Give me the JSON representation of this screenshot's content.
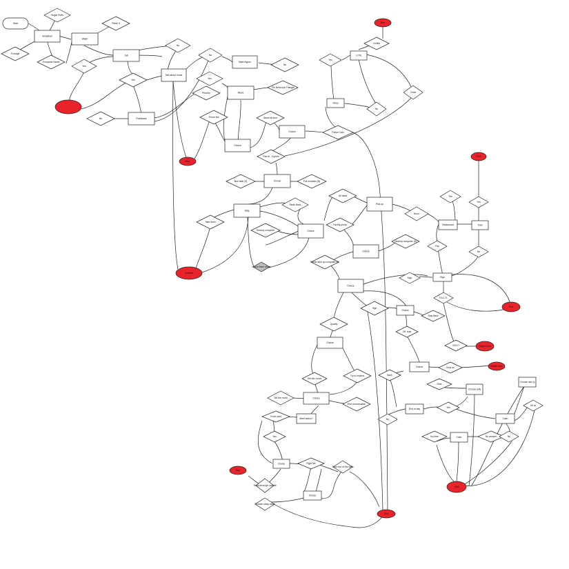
{
  "colors": {
    "terminal": "#e8232a",
    "gray": "#bdbdbd",
    "stroke": "#222222",
    "fill": "#ffffff"
  },
  "nodes": [
    {
      "id": "start",
      "shape": "ellipse",
      "text": "Start"
    },
    {
      "id": "sugar_puffs",
      "shape": "diamond",
      "text": "Sugar Puffs"
    },
    {
      "id": "breakfast",
      "shape": "box",
      "text": "Breakfast"
    },
    {
      "id": "porridge",
      "shape": "diamond",
      "text": "Porridge"
    },
    {
      "id": "european",
      "shape": "diamond",
      "text": "European Name"
    },
    {
      "id": "wash",
      "shape": "box",
      "text": "Wash"
    },
    {
      "id": "rinse_it",
      "shape": "diamond",
      "text": "Rinse it"
    },
    {
      "id": "jab",
      "shape": "box",
      "text": "Jab"
    },
    {
      "id": "no_top",
      "shape": "diamond",
      "text": "No"
    },
    {
      "id": "talk_home",
      "shape": "box",
      "text": "Talk about home"
    },
    {
      "id": "yes_left",
      "shape": "diamond",
      "text": "Yes"
    },
    {
      "id": "red_left",
      "shape": "ellipse",
      "text": ""
    },
    {
      "id": "yes_mid",
      "shape": "diamond",
      "text": "Yes"
    },
    {
      "id": "no_left",
      "shape": "diamond",
      "text": "No"
    },
    {
      "id": "flashback",
      "shape": "box",
      "text": "Flashback"
    },
    {
      "id": "no_music",
      "shape": "diamond",
      "text": "No"
    },
    {
      "id": "meet_agnes",
      "shape": "box",
      "text": "Meet Agnes"
    },
    {
      "id": "no_agnes",
      "shape": "diamond",
      "text": "No"
    },
    {
      "id": "yes_music",
      "shape": "diamond",
      "text": "Yes"
    },
    {
      "id": "phoebe",
      "shape": "diamond",
      "text": "Phoebe"
    },
    {
      "id": "music",
      "shape": "box",
      "text": "Music"
    },
    {
      "id": "bermuda",
      "shape": "diamond",
      "text": "The Bermuda Triangle"
    },
    {
      "id": "throw_tea",
      "shape": "diamond",
      "text": "Throw tea"
    },
    {
      "id": "stand_out",
      "shape": "diamond",
      "text": "Stand at door"
    },
    {
      "id": "choice_a",
      "shape": "box",
      "text": "Choice"
    },
    {
      "id": "choice_b",
      "shape": "box",
      "text": "Choice"
    },
    {
      "id": "red_mid",
      "shape": "ellipse",
      "text": "End"
    },
    {
      "id": "end_top",
      "shape": "ellipse",
      "text": "End"
    },
    {
      "id": "gorilla",
      "shape": "diamond",
      "text": "Gorilla"
    },
    {
      "id": "lyfe",
      "shape": "box",
      "text": "LYFE"
    },
    {
      "id": "yes_lyfe",
      "shape": "diamond",
      "text": "Yes"
    },
    {
      "id": "circle",
      "shape": "diamond",
      "text": "Circle"
    },
    {
      "id": "shop",
      "shape": "box",
      "text": "Shop"
    },
    {
      "id": "no_shop",
      "shape": "diamond",
      "text": "No"
    },
    {
      "id": "police_cam",
      "shape": "diamond",
      "text": "Police Cam"
    },
    {
      "id": "part_iii",
      "shape": "diamond",
      "text": "Part III - Kiphes"
    },
    {
      "id": "choice_c",
      "shape": "box",
      "text": "Choice"
    },
    {
      "id": "bee_stab",
      "shape": "diamond",
      "text": "Bee stab (3)"
    },
    {
      "id": "full_zombies",
      "shape": "diamond",
      "text": "Full zombies (8)"
    },
    {
      "id": "stay",
      "shape": "box",
      "text": "Stay"
    },
    {
      "id": "flash_back",
      "shape": "diamond",
      "text": "Flash Back"
    },
    {
      "id": "take_them",
      "shape": "diamond",
      "text": "Take them"
    },
    {
      "id": "destroy_comp",
      "shape": "diamond",
      "text": "Destroy computer"
    },
    {
      "id": "choice_d",
      "shape": "box",
      "text": "Choice"
    },
    {
      "id": "red_big",
      "shape": "ellipse",
      "text": "Zombie"
    },
    {
      "id": "gray_dia",
      "shape": "diamond",
      "text": "Leave them alone"
    },
    {
      "id": "all_dead",
      "shape": "diamond",
      "text": "All dead"
    },
    {
      "id": "pick_up",
      "shape": "box",
      "text": "Pick up"
    },
    {
      "id": "book",
      "shape": "diamond",
      "text": "Book"
    },
    {
      "id": "family_photo",
      "shape": "diamond",
      "text": "Family photo"
    },
    {
      "id": "choice_e",
      "shape": "box",
      "text": "Choice"
    },
    {
      "id": "destroy_comp2",
      "shape": "diamond",
      "text": "Destroy computer (8)"
    },
    {
      "id": "pickle_take",
      "shape": "diamond",
      "text": "Pickle take up computer (8)"
    },
    {
      "id": "choice_f",
      "shape": "box",
      "text": "Choice"
    },
    {
      "id": "the",
      "shape": "diamond",
      "text": "The"
    },
    {
      "id": "restaurant",
      "shape": "box",
      "text": "Restaurant"
    },
    {
      "id": "end_right",
      "shape": "ellipse",
      "text": "End"
    },
    {
      "id": "yes_right",
      "shape": "diamond",
      "text": "Yes"
    },
    {
      "id": "train",
      "shape": "box",
      "text": "Train"
    },
    {
      "id": "no_right",
      "shape": "diamond",
      "text": "No"
    },
    {
      "id": "pay",
      "shape": "diamond",
      "text": "Pay"
    },
    {
      "id": "sign_d",
      "shape": "diamond",
      "text": "Sign"
    },
    {
      "id": "sign_box",
      "shape": "box",
      "text": "Sign"
    },
    {
      "id": "pace",
      "shape": "diamond",
      "text": "P.A.C.E."
    },
    {
      "id": "red_right",
      "shape": "ellipse",
      "text": "End"
    },
    {
      "id": "sign2",
      "shape": "diamond",
      "text": "Sign"
    },
    {
      "id": "choice_g",
      "shape": "box",
      "text": "Choice"
    },
    {
      "id": "stay_back",
      "shape": "diamond",
      "text": "Stay Back"
    },
    {
      "id": "no_dia",
      "shape": "diamond",
      "text": "2001?"
    },
    {
      "id": "red_end2",
      "shape": "ellipse",
      "text": "Game Over"
    },
    {
      "id": "ok_dust",
      "shape": "diamond",
      "text": "OK dust"
    },
    {
      "id": "outcut",
      "shape": "box",
      "text": "Outcut"
    },
    {
      "id": "drop_us",
      "shape": "diamond",
      "text": "Drop us"
    },
    {
      "id": "red_end3",
      "shape": "ellipse",
      "text": "Game Over"
    },
    {
      "id": "quality",
      "shape": "diamond",
      "text": "Quality"
    },
    {
      "id": "choice_h",
      "shape": "box",
      "text": "Choice"
    },
    {
      "id": "tell_move",
      "shape": "diamond",
      "text": "Tell him move"
    },
    {
      "id": "try_explore",
      "shape": "diamond",
      "text": "Try to explore"
    },
    {
      "id": "tell_move2",
      "shape": "diamond",
      "text": "Tell the move"
    },
    {
      "id": "choice_i",
      "shape": "box",
      "text": "Choice"
    },
    {
      "id": "end_conv",
      "shape": "diamond",
      "text": "End conversation"
    },
    {
      "id": "front_yard",
      "shape": "diamond",
      "text": "Front yard"
    },
    {
      "id": "meet_action",
      "shape": "box",
      "text": "Meet action?"
    },
    {
      "id": "rest",
      "shape": "diamond",
      "text": "Rest"
    },
    {
      "id": "choose_jelly",
      "shape": "box",
      "text": "Choose jelly"
    },
    {
      "id": "choose_ab",
      "shape": "box",
      "text": "Choose ask (I)"
    },
    {
      "id": "back",
      "shape": "diamond",
      "text": "Back"
    },
    {
      "id": "end_day",
      "shape": "box",
      "text": "End of day"
    },
    {
      "id": "yes_day",
      "shape": "diamond",
      "text": "Yes"
    },
    {
      "id": "cash",
      "shape": "box",
      "text": "Cash"
    },
    {
      "id": "sit_at",
      "shape": "diamond",
      "text": "Sit at"
    },
    {
      "id": "no_lr",
      "shape": "diamond",
      "text": "No"
    },
    {
      "id": "no_time",
      "shape": "diamond",
      "text": "No time"
    },
    {
      "id": "cash2",
      "shape": "box",
      "text": "Cash"
    },
    {
      "id": "no_answer",
      "shape": "diamond",
      "text": "No answer"
    },
    {
      "id": "no_c",
      "shape": "diamond",
      "text": "No"
    },
    {
      "id": "red_bottom_right",
      "shape": "ellipse",
      "text": "End"
    },
    {
      "id": "yes_bottom",
      "shape": "diamond",
      "text": "Yes"
    },
    {
      "id": "choice_j",
      "shape": "box",
      "text": "Choice"
    },
    {
      "id": "fight_her",
      "shape": "diamond",
      "text": "Fight her"
    },
    {
      "id": "red_bl",
      "shape": "ellipse",
      "text": "End"
    },
    {
      "id": "tough_through",
      "shape": "diamond",
      "text": "Tough through outside"
    },
    {
      "id": "take_one",
      "shape": "diamond",
      "text": "Take one of the balls"
    },
    {
      "id": "choice_k",
      "shape": "box",
      "text": "Choice"
    },
    {
      "id": "scream",
      "shape": "diamond",
      "text": "Scream sleep alive"
    },
    {
      "id": "red_bottom",
      "shape": "ellipse",
      "text": "End"
    }
  ]
}
